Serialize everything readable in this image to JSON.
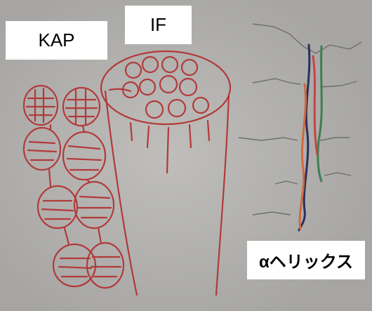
{
  "labels": {
    "kap": "KAP",
    "if": "IF",
    "alpha_helix": "αヘリックス"
  },
  "colors": {
    "background": "#a9a8a6",
    "ink_red": "#b23a3a",
    "ink_green": "#3f7f52",
    "ink_navy": "#2b2f5c",
    "ink_orange": "#d0693c",
    "crack": "#6e6e6c",
    "label_bg": "#ffffff"
  }
}
